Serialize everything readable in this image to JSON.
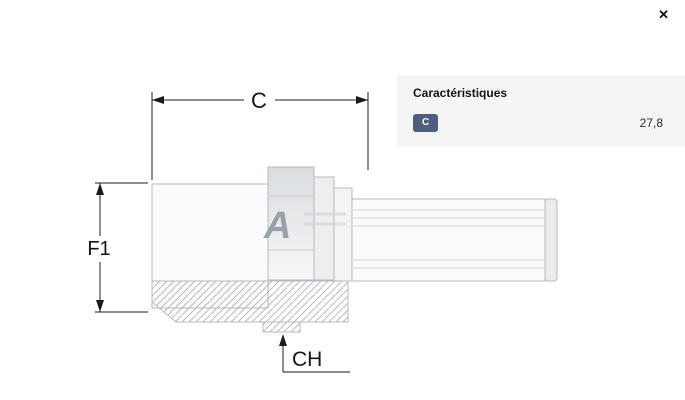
{
  "window": {
    "close_icon": "✕"
  },
  "characteristics": {
    "title": "Caractéristiques",
    "rows": [
      {
        "label": "C",
        "value": "27,8"
      }
    ]
  },
  "diagram": {
    "dim_length_label": "C",
    "dim_height_label": "F1",
    "dim_hex_label": "CH",
    "logo_letter": "A"
  },
  "colors": {
    "badge_background": "#4d5f7c",
    "panel_background": "#f5f5f6",
    "drawing_line": "#b6babe",
    "dimension_line": "#1c1c1c"
  }
}
